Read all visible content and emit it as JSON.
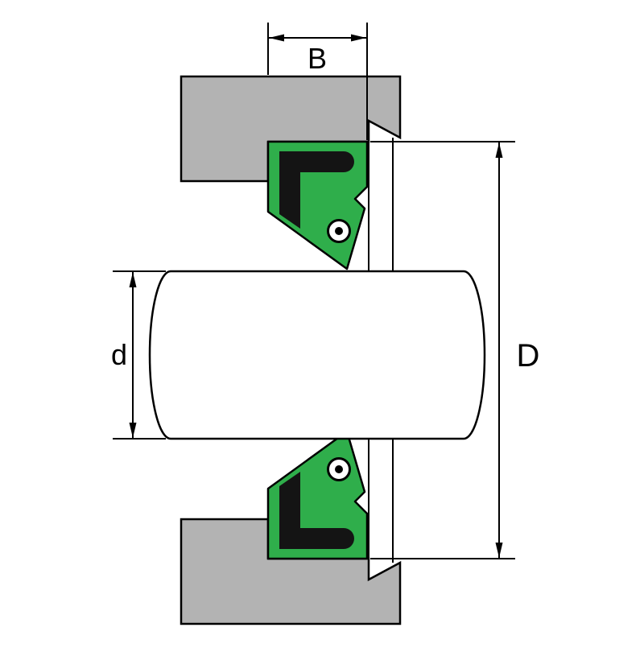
{
  "dimension_labels": {
    "seal_width": "B",
    "shaft_diameter": "d",
    "outer_diameter": "D"
  },
  "colors": {
    "housing_gray": "#b3b3b3",
    "seal_green": "#2fae4b",
    "insert_black": "#141414",
    "outline": "#000000",
    "background": "#ffffff"
  }
}
